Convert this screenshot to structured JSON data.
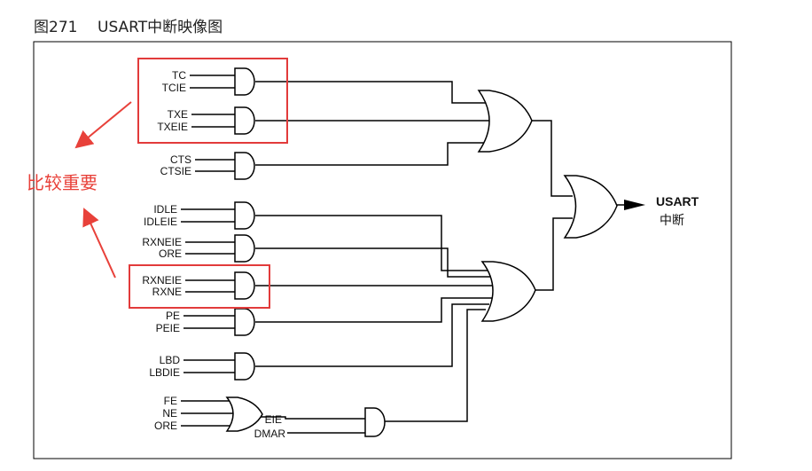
{
  "caption": {
    "figure_number": "图271",
    "title": "USART中断映像图"
  },
  "inputs": {
    "tc": "TC",
    "tcie": "TCIE",
    "txe": "TXE",
    "txeie": "TXEIE",
    "cts": "CTS",
    "ctsie": "CTSIE",
    "idle": "IDLE",
    "idleie": "IDLEIE",
    "rxneie_a": "RXNEIE",
    "ore_a": "ORE",
    "rxneie_b": "RXNEIE",
    "rxne": "RXNE",
    "pe": "PE",
    "peie": "PEIE",
    "lbd": "LBD",
    "lbdie": "LBDIE",
    "fe": "FE",
    "ne": "NE",
    "ore_b": "ORE",
    "eie": "EIE",
    "dmar": "DMAR"
  },
  "output": {
    "line1": "USART",
    "line2": "中断"
  },
  "annotation": {
    "text": "比较重要",
    "color": "#e8413a",
    "highlight_color": "#e23b3b"
  }
}
